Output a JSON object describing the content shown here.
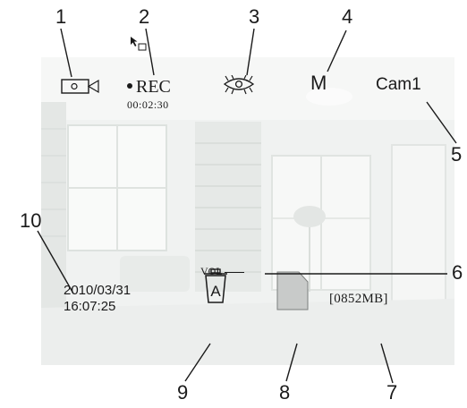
{
  "osd": {
    "rec_label": "REC",
    "rec_elapsed": "00:02:30",
    "mode": "M",
    "camera_name": "Cam1",
    "volume_label": "VOL",
    "storage_free": "[0852MB]",
    "date": "2010/03/31",
    "time": "16:07:25",
    "delete_icon_letter": "A"
  },
  "callouts": [
    "1",
    "2",
    "3",
    "4",
    "5",
    "6",
    "7",
    "8",
    "9",
    "10"
  ],
  "icons": {
    "video_mode": "video-camera-icon",
    "night_vision": "night-vision-eye-icon",
    "delete": "trash-all-icon",
    "sd_card": "sd-card-icon",
    "cursor": "mouse-pointer-icon"
  },
  "colors": {
    "osd_text": "#1a1a1a",
    "sd_card_fill": "#c8cac9",
    "room_wall": "#eef0ef"
  }
}
